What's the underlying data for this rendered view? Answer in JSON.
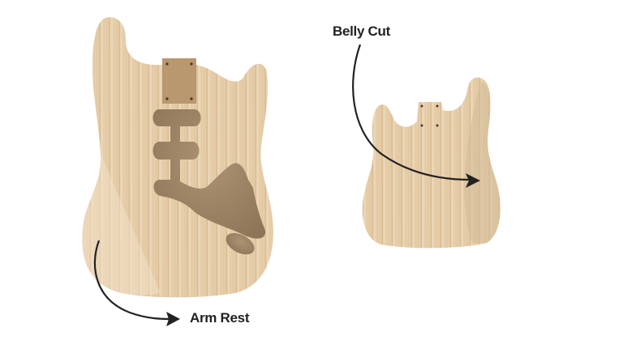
{
  "figure": {
    "subject": "Stratocaster-style guitar bodies",
    "bodies": [
      {
        "name": "front-body",
        "view": "front",
        "features": [
          "neck-pocket",
          "pickup-cavities",
          "control-cavity",
          "jack-cavity"
        ]
      },
      {
        "name": "back-body",
        "view": "back",
        "features": [
          "neck-screw-holes"
        ]
      }
    ],
    "annotations": [
      {
        "label": "Belly Cut",
        "target": "back-body"
      },
      {
        "label": "Arm Rest",
        "target": "front-body"
      }
    ]
  },
  "colors": {
    "background": "#ffffff",
    "wood_light": "#e9d4b4",
    "wood_mid": "#dcc29b",
    "wood_grain": "#caa67a",
    "cavity": "#a48a6c",
    "neck_pocket": "#b3916a",
    "arrow": "#222222",
    "text": "#222222"
  }
}
